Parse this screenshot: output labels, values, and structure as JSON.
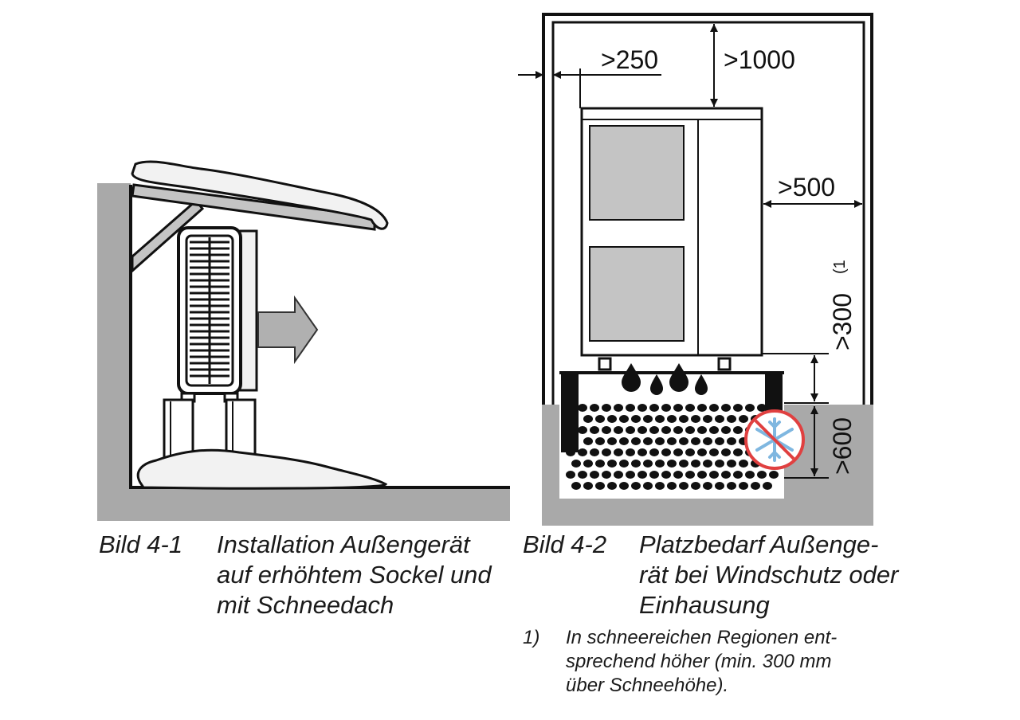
{
  "figure_left": {
    "label": "Bild 4-1",
    "caption_lines": [
      "Installation Außengerät",
      "auf erhöhtem Sockel und",
      "mit Schneedach"
    ]
  },
  "figure_right": {
    "label": "Bild 4-2",
    "caption_lines": [
      "Platzbedarf Außenge-",
      "rät bei Windschutz oder",
      "Einhausung"
    ],
    "dimensions": {
      "side_gap": ">250",
      "top_gap": ">1000",
      "right_gap": ">500",
      "bottom_gap": ">300",
      "bottom_gap_note_marker": "(1",
      "foundation_depth": ">600"
    }
  },
  "footnote": {
    "number": "1)",
    "lines": [
      "In schneereichen Regionen ent-",
      "sprechend höher (min. 300 mm",
      "über Schneehöhe)."
    ]
  },
  "icons": {
    "airflow": "arrow-right-icon",
    "frost": "no-frost-icon",
    "water": "water-drop-icon"
  },
  "colors": {
    "ground": "#a9a9a9",
    "panel": "#c4c4c4",
    "snow": "#f2f2f2",
    "line": "#111111",
    "frost_circle": "#e04040",
    "snowflake": "#7fb7e0"
  }
}
